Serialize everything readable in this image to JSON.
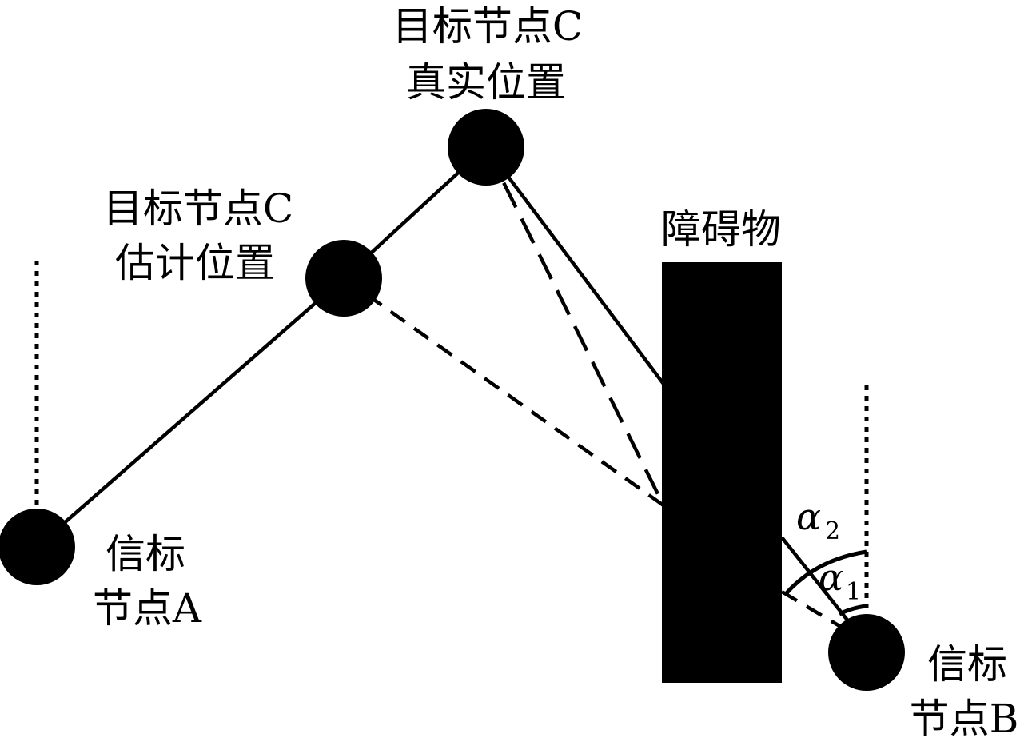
{
  "labels": {
    "target_true_line1": "目标节点C",
    "target_true_line2": "真实位置",
    "target_est_line1": "目标节点C",
    "target_est_line2": "估计位置",
    "obstacle": "障碍物",
    "beacon_a_line1": "信标",
    "beacon_a_line2": "节点A",
    "beacon_b_line1": "信标",
    "beacon_b_line2": "节点B",
    "alpha2_symbol": "α",
    "alpha2_sub": "2",
    "alpha1_symbol": "α",
    "alpha1_sub": "1"
  },
  "colors": {
    "ink": "#000000",
    "background": "#ffffff"
  }
}
